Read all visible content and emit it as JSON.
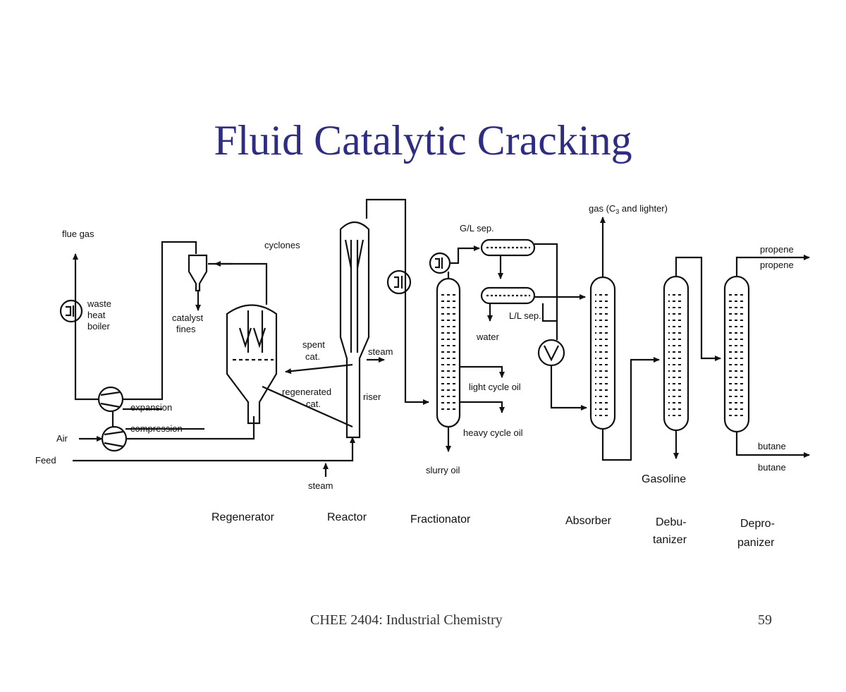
{
  "title": "Fluid Catalytic Cracking",
  "footer": {
    "course": "CHEE 2404: Industrial Chemistry",
    "page": "59"
  },
  "labels": {
    "flue_gas": "flue gas",
    "waste_heat_boiler_1": "waste",
    "waste_heat_boiler_2": "heat",
    "waste_heat_boiler_3": "boiler",
    "cyclones": "cyclones",
    "catalyst_fines_1": "catalyst",
    "catalyst_fines_2": "fines",
    "spent_cat_1": "spent",
    "spent_cat_2": "cat.",
    "steam_reactor": "steam",
    "regenerated_cat_1": "regenerated",
    "regenerated_cat_2": "cat.",
    "riser": "riser",
    "expansion": "expansion",
    "compression": "compression",
    "air": "Air",
    "feed": "Feed",
    "steam_feed": "steam",
    "gl_sep": "G/L sep.",
    "ll_sep": "L/L sep.",
    "water": "water",
    "gas": "gas (C",
    "gas_sub": "3",
    "gas_rest": " and lighter)",
    "light_cycle_oil": "light cycle oil",
    "heavy_cycle_oil": "heavy cycle oil",
    "slurry_oil": "slurry oil",
    "gasoline": "Gasoline",
    "propene_1": "propene",
    "propene_2": "propene",
    "butane_1": "butane",
    "butane_2": "butane"
  },
  "units": {
    "regenerator": "Regenerator",
    "reactor": "Reactor",
    "fractionator": "Fractionator",
    "absorber": "Absorber",
    "debutanizer_1": "Debu-",
    "debutanizer_2": "tanizer",
    "depropanizer_1": "Depro-",
    "depropanizer_2": "panizer"
  },
  "colors": {
    "title": "#2e2d82",
    "line": "#111111"
  }
}
